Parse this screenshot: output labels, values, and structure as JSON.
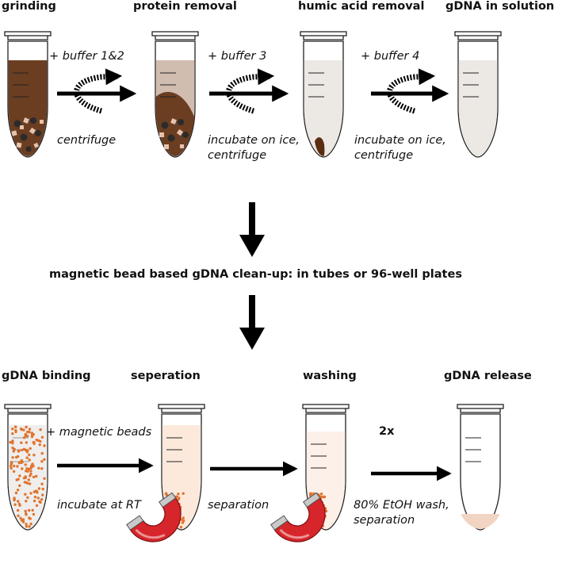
{
  "top_row": {
    "steps": [
      {
        "title": "grinding"
      },
      {
        "title": "protein removal"
      },
      {
        "title": "humic acid removal"
      },
      {
        "title": "gDNA in solution"
      }
    ],
    "transitions": [
      {
        "reagent": "+ buffer 1&2",
        "action": "centrifuge"
      },
      {
        "reagent": "+ buffer 3",
        "action_line1": "incubate on ice,",
        "action_line2": "centrifuge"
      },
      {
        "reagent": "+ buffer 4",
        "action_line1": "incubate on ice,",
        "action_line2": "centrifuge"
      }
    ]
  },
  "middle": {
    "heading": "magnetic bead based gDNA clean-up: in tubes or 96-well plates"
  },
  "bottom_row": {
    "steps": [
      {
        "title": "gDNA binding"
      },
      {
        "title": "seperation"
      },
      {
        "title": "washing"
      },
      {
        "title": "gDNA release"
      }
    ],
    "transitions": [
      {
        "reagent": "+ magnetic beads",
        "action": "incubate at RT"
      },
      {
        "action": "separation"
      },
      {
        "repeat": "2x",
        "action_line1": "80% EtOH wash,",
        "action_line2": "separation"
      }
    ]
  },
  "colors": {
    "soil": "#6b3e21",
    "protein_supernatant": "#d1bcb0",
    "humic_pellet": "#5a2c12",
    "clear_solution": "#ece8e4",
    "bead_solution": "#fde9dc",
    "beads": "#e0742f",
    "magnet": "#d6262b",
    "release_pellet": "#f2d4c2"
  }
}
